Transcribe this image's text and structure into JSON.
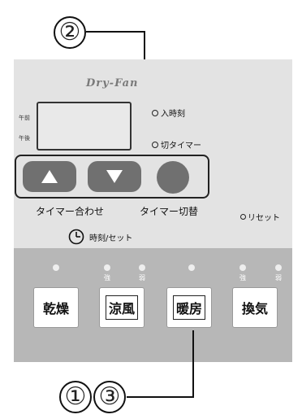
{
  "callouts": {
    "top": "②",
    "bottom_1": "①",
    "bottom_3": "③"
  },
  "brand": "Dry-Fan",
  "display": {
    "am_label": "午前",
    "pm_label": "午後"
  },
  "options": {
    "on_time": "入時刻",
    "off_timer": "切タイマー"
  },
  "buttons": {
    "up_icon": "triangle-up",
    "down_icon": "triangle-down",
    "round_icon": "circle"
  },
  "labels": {
    "timer_adjust": "タイマー合わせ",
    "timer_switch": "タイマー切替",
    "reset": "リセット",
    "clock_set": "時刻/セット"
  },
  "strength": {
    "strong": "強",
    "weak": "弱"
  },
  "modes": [
    "乾燥",
    "涼風",
    "暖房",
    "換気"
  ],
  "colors": {
    "upper_panel": "#e3e3e3",
    "lower_panel": "#b7b7b7",
    "button_gray": "#707070"
  }
}
